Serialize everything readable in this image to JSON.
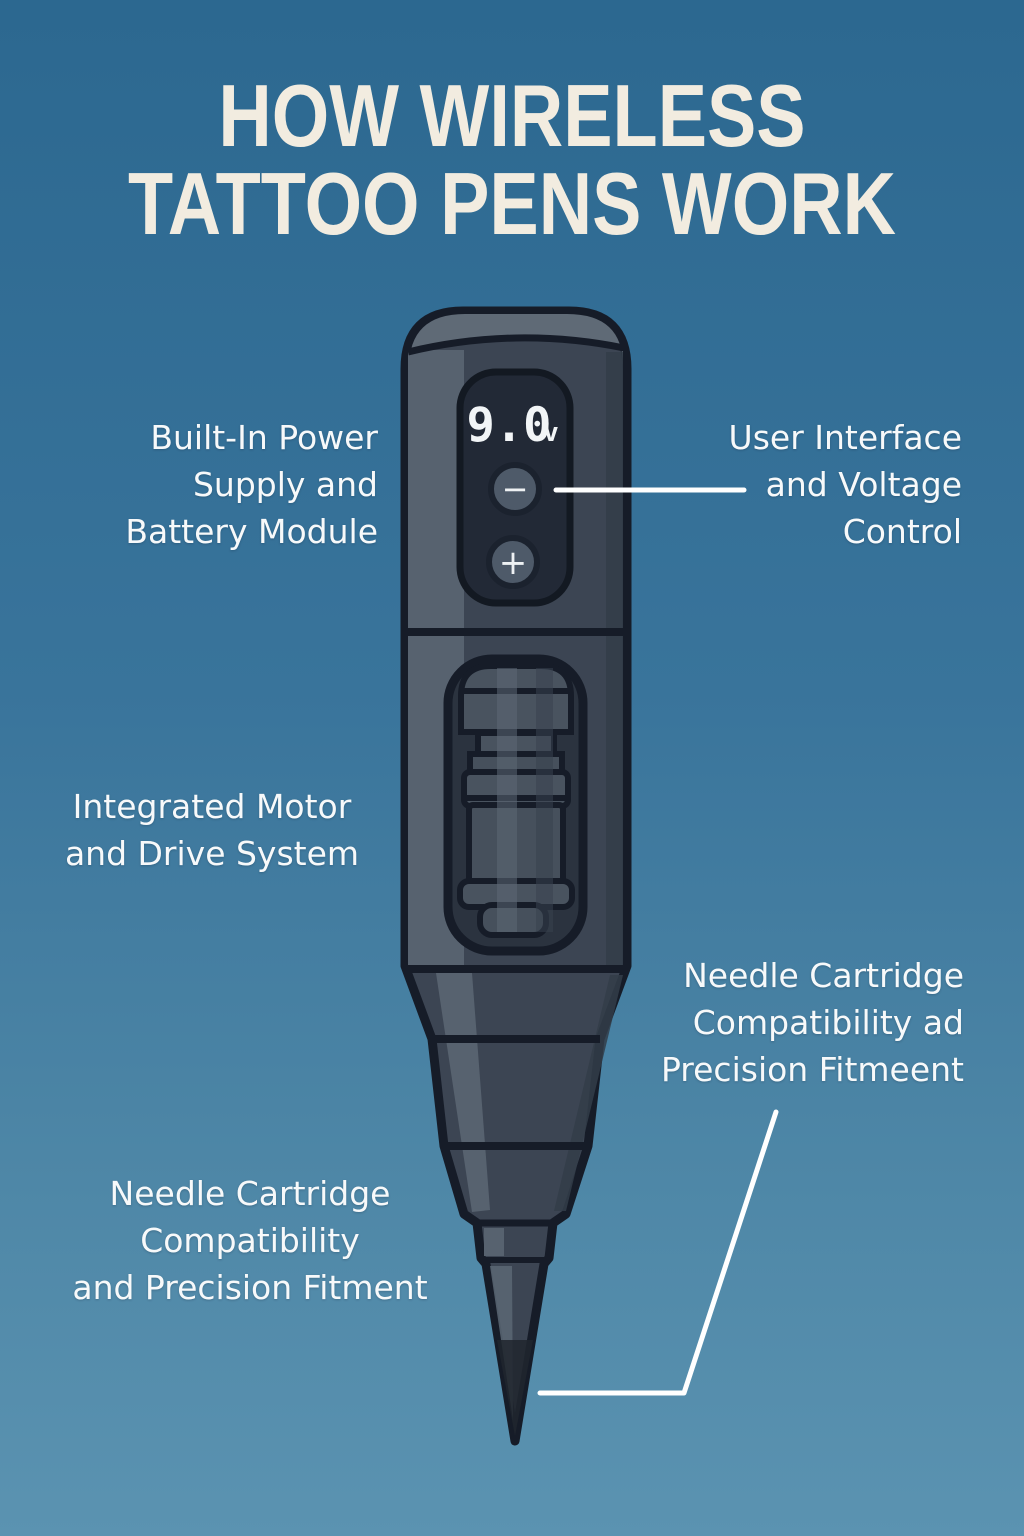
{
  "title": {
    "lines": [
      "HOW WIRELESS",
      "TATTOO PENS WORK"
    ]
  },
  "callouts": {
    "power": {
      "lines": [
        "Built-In Power",
        "Supply and",
        "Battery Module"
      ]
    },
    "ui": {
      "lines": [
        "User Interface",
        "and Voltage",
        "Control"
      ]
    },
    "motor": {
      "lines": [
        "Integrated Motor",
        "and Drive System"
      ]
    },
    "needle_right": {
      "lines": [
        "Needle Cartridge",
        "Compatibility ad",
        "Precision Fitmeent"
      ]
    },
    "needle_left": {
      "lines": [
        "Needle Cartridge",
        "Compatibility",
        "and Precision Fitment"
      ]
    }
  },
  "device": {
    "voltage_value": "9.0",
    "voltage_unit": "v",
    "decrease_icon": "−",
    "increase_icon": "+"
  },
  "colors": {
    "background_top": "#2c6890",
    "background_bottom": "#5b93b1",
    "title_text": "#f2ece0",
    "label_text": "#f7f9fa",
    "pen_body": "#3c4553",
    "pen_highlight": "#57626f",
    "pen_cap": "#5f6a76",
    "pen_outline": "#161c28",
    "screen_panel": "#222936",
    "screen_text": "#f2f5f7",
    "button_fill": "#4e5a69",
    "motor_window": "#2b333f",
    "callout_line": "#ffffff"
  }
}
